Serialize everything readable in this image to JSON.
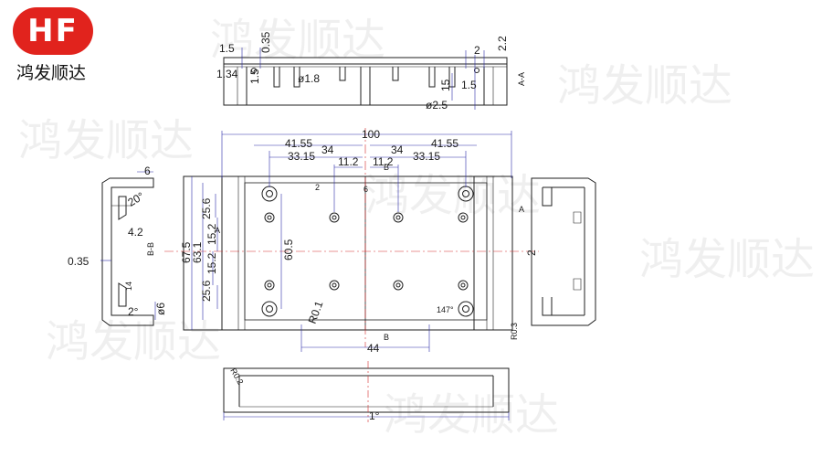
{
  "logo": {
    "mark": "HF",
    "company_name": "鸿发顺达"
  },
  "watermark": {
    "text": "鸿发顺达"
  },
  "colors": {
    "brand_red": "#e1231d",
    "line": "#1f1f1f",
    "dimension_line": "#2a2aa8",
    "center_line": "#d22b2b"
  },
  "top_view": {
    "dims": [
      "1.5",
      "0.35",
      "1.34",
      "1.5",
      "ø1.8",
      "2",
      "2.2",
      "15",
      "1.5",
      "ø2.5",
      "A-A"
    ]
  },
  "main_view": {
    "overall_width": "100",
    "dims_top": [
      "41.55",
      "34",
      "34",
      "41.55",
      "33.15",
      "11.2",
      "11.2",
      "33.15"
    ],
    "section_marks": [
      "B",
      "B",
      "A",
      "A"
    ],
    "small_marks": [
      "2",
      "6"
    ],
    "dims_left": [
      "67.5",
      "63.1",
      "25.6",
      "15.2",
      "15.2",
      "25.6",
      "60.5"
    ],
    "radius_label": "R0.1",
    "angle_label": "147°",
    "bottom_dim": "44",
    "right_radius": "R0.3"
  },
  "left_view": {
    "dims": [
      "6",
      "20°",
      "4.2",
      "0.35",
      "14",
      "2°",
      "ø6",
      "B-B"
    ]
  },
  "right_view": {
    "dims": [
      "2"
    ]
  },
  "bottom_view": {
    "dims": [
      "R0.2",
      "1°"
    ]
  }
}
